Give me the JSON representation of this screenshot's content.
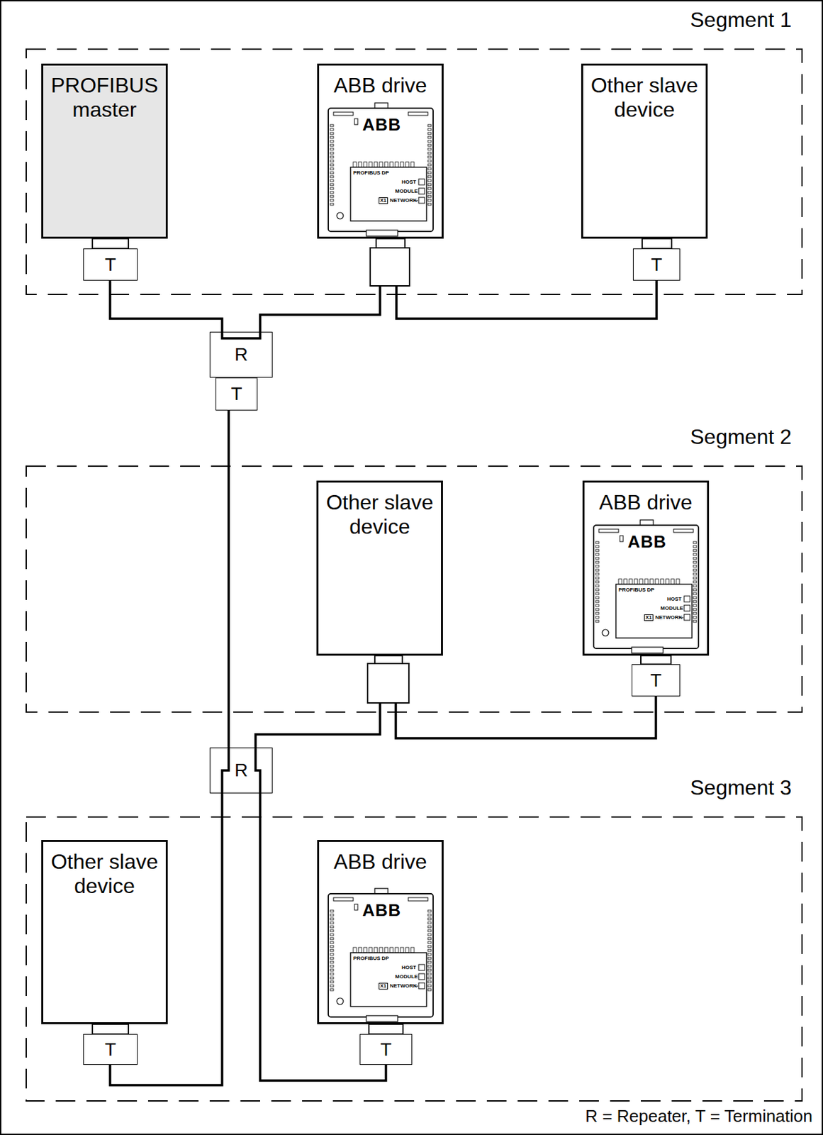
{
  "diagram": {
    "nodes": [
      {
        "text": [
          "Segment 1"
        ]
      },
      {
        "text": [
          "PROFIBUS master"
        ],
        "in": 0
      },
      {
        "text": [
          "ABB drive"
        ],
        "in": 0
      },
      {
        "text": [
          "Other slave device"
        ],
        "in": 0
      },
      {
        "text": [
          "T"
        ],
        "in": 0
      },
      {
        "text": [
          "T"
        ],
        "in": 0
      },
      {
        "text": [
          "R"
        ]
      },
      {
        "text": [
          "T"
        ]
      },
      {
        "text": [
          "Segment 2"
        ]
      },
      {
        "text": [
          "Other slave device"
        ],
        "in": 8
      },
      {
        "text": [
          "ABB drive"
        ],
        "in": 8
      },
      {
        "text": [
          "T"
        ],
        "in": 8
      },
      {
        "text": [
          "R"
        ]
      },
      {
        "text": [
          "Segment 3"
        ]
      },
      {
        "text": [
          "Other slave device"
        ],
        "in": 13
      },
      {
        "text": [
          "ABB drive"
        ],
        "in": 13
      },
      {
        "text": [
          "T"
        ],
        "in": 13
      },
      {
        "text": [
          "T"
        ],
        "in": 13
      }
    ],
    "edges": [
      {
        "from": 4,
        "to": 6,
        "arrow": "none"
      },
      {
        "from": 2,
        "to": 6,
        "arrow": "none"
      },
      {
        "from": 2,
        "to": 5,
        "arrow": "none"
      },
      {
        "from": 7,
        "to": 12,
        "arrow": "none"
      },
      {
        "from": 12,
        "to": 9,
        "arrow": "none"
      },
      {
        "from": 9,
        "to": 11,
        "arrow": "none"
      },
      {
        "from": 12,
        "to": 16,
        "arrow": "none"
      },
      {
        "from": 12,
        "to": 17,
        "arrow": "none"
      }
    ],
    "labels": [
      "ABB",
      "PROFIBUS DP",
      "HOST",
      "MODULE",
      "X1",
      "NETWORK",
      "ABB",
      "PROFIBUS DP",
      "HOST",
      "MODULE",
      "X1",
      "NETWORK",
      "ABB",
      "PROFIBUS DP",
      "HOST",
      "MODULE",
      "X1",
      "NETWORK",
      "R = Repeater, T = Termination"
    ]
  }
}
